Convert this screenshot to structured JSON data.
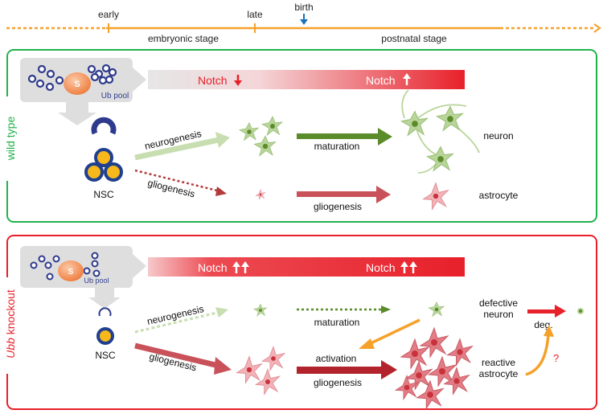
{
  "timeline": {
    "early": "early",
    "late": "late",
    "birth": "birth",
    "embryonic": "embryonic stage",
    "postnatal": "postnatal stage"
  },
  "wild_type": {
    "side_label": "wild type",
    "ub_pool": "Ub pool",
    "s": "S",
    "notch_low": "Notch",
    "notch_high": "Notch",
    "neurogenesis": "neurogenesis",
    "gliogenesis_diag": "gliogenesis",
    "maturation": "maturation",
    "gliogenesis": "gliogenesis",
    "nsc": "NSC",
    "neuron": "neuron",
    "astrocyte": "astrocyte"
  },
  "knockout": {
    "side_label_gene": "Ubb",
    "side_label_rest": " knockout",
    "ub_pool": "Ub pool",
    "s": "S",
    "notch_1": "Notch",
    "notch_2": "Notch",
    "neurogenesis": "neurogenesis",
    "gliogenesis_diag": "gliogenesis",
    "maturation": "maturation",
    "activation": "activation",
    "gliogenesis": "gliogenesis",
    "nsc": "NSC",
    "defective_neuron_1": "defective",
    "defective_neuron_2": "neuron",
    "reactive_astrocyte_1": "reactive",
    "reactive_astrocyte_2": "astrocyte",
    "deg": "deg.",
    "question": "?"
  },
  "colors": {
    "wild_type_frame": "#22b24c",
    "knockout_frame": "#e8202a",
    "timeline": "#f5a12a",
    "notch_red": "#e8202a",
    "ub_blue": "#2e3a8c",
    "neuron_green": "#5b8c2a",
    "astro_red": "#c0404a"
  }
}
